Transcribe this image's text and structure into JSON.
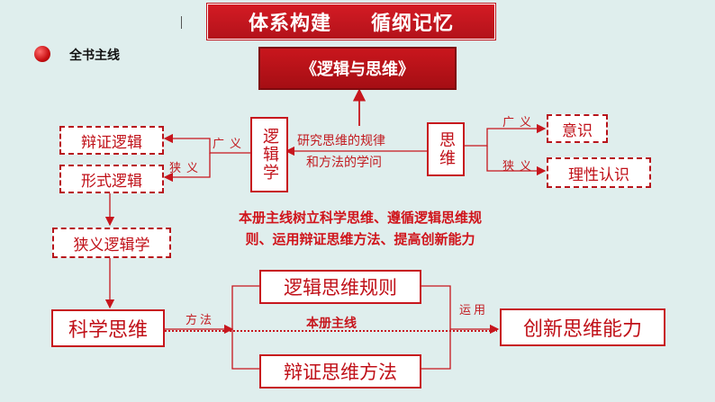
{
  "header": {
    "title_left": "体系构建",
    "title_right": "循纲记忆"
  },
  "section_label": "全书主线",
  "book_title": "《逻辑与思维》",
  "left": {
    "box_bianzheng": "辩证逻辑",
    "box_xingshi": "形式逻辑",
    "box_xiayi": "狭义逻辑学",
    "box_luojixue": "逻辑学",
    "label_guangyi": "广义",
    "label_xiayi": "狭义"
  },
  "middle": {
    "definition_line1": "研究思维的规律",
    "definition_line2": "和方法的学问"
  },
  "right": {
    "box_siwei": "思维",
    "label_guangyi": "广义",
    "label_xiayi": "狭义",
    "box_yishi": "意识",
    "box_lixing": "理性认识"
  },
  "center_text": {
    "line1": "本册主线树立科学思维、遵循逻辑思维规",
    "line2": "则、运用辩证思维方法、提高创新能力"
  },
  "bottom": {
    "box_kexue": "科学思维",
    "label_fangfa": "方法",
    "box_guize": "逻辑思维规则",
    "box_fangfa": "辩证思维方法",
    "main_line": "本册主线",
    "label_yunyong": "运用",
    "box_chuangxin": "创新思维能力"
  },
  "colors": {
    "red": "#c7161d",
    "background": "#dfeeed"
  }
}
